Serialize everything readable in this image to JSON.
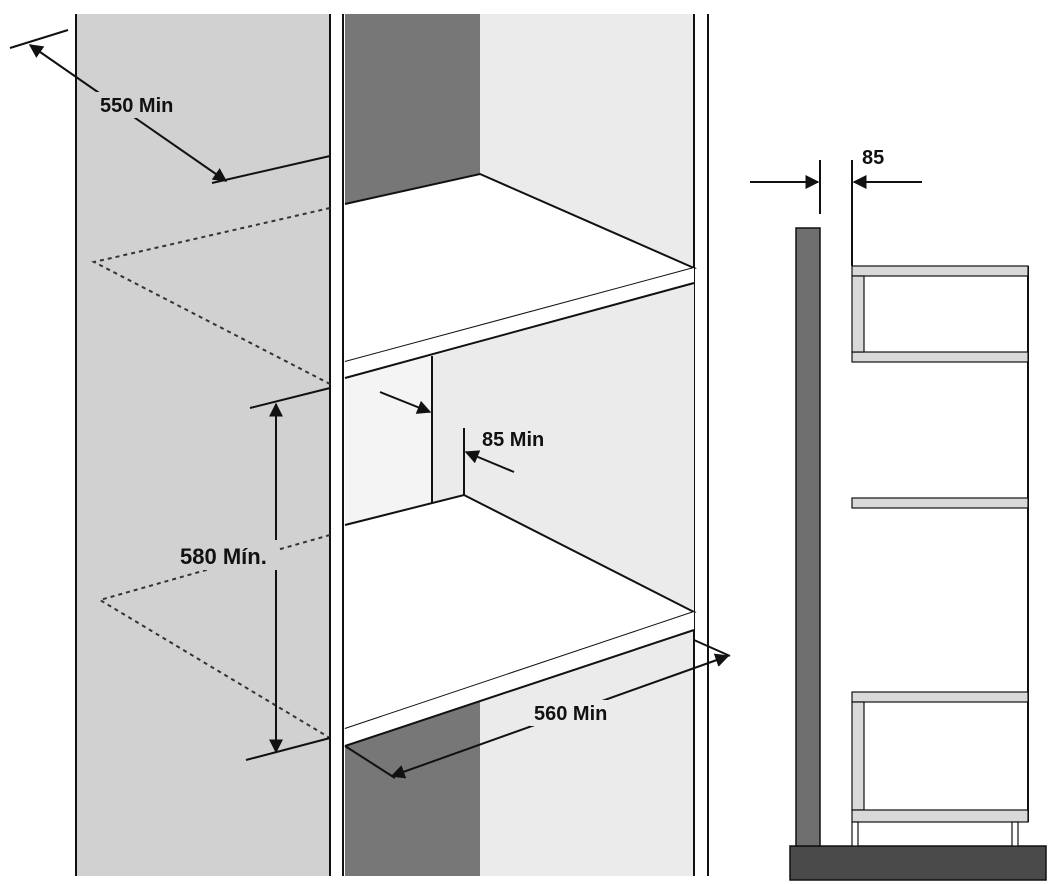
{
  "labels": {
    "depth_side": "550 Min",
    "height": "580 Mín.",
    "rear_gap": "85 Min",
    "width": "560 Min",
    "side_gap": "85"
  },
  "colors": {
    "side_panel": "#d1d1d1",
    "back_dark": "#777777",
    "inner_wall": "#ebebeb",
    "shelf_face": "#ffffff",
    "wall": "#6f6f6f",
    "floor": "#4a4a4a",
    "cabinet_board": "#d9d9d9",
    "line": "#111111"
  }
}
